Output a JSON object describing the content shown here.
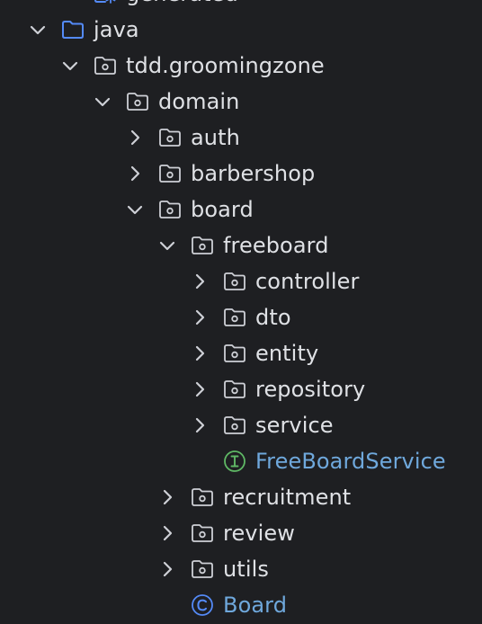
{
  "colors": {
    "background": "#1e1f22",
    "text": "#dfe1e5",
    "icon_gray": "#ced0d6",
    "blue_folder": "#548af7",
    "interface_green": "#5fb865",
    "class_blue": "#548af7",
    "link_text": "#6fa8dc"
  },
  "tree": [
    {
      "label": "generated",
      "depth": 1,
      "chevron": "none",
      "icon": "generated-folder-icon",
      "style": "cut"
    },
    {
      "label": "java",
      "depth": 0,
      "chevron": "down",
      "icon": "source-root-folder-icon",
      "style": "normal"
    },
    {
      "label": "tdd.groomingzone",
      "depth": 1,
      "chevron": "down",
      "icon": "package-folder-icon",
      "style": "normal"
    },
    {
      "label": "domain",
      "depth": 2,
      "chevron": "down",
      "icon": "package-folder-icon",
      "style": "normal"
    },
    {
      "label": "auth",
      "depth": 3,
      "chevron": "right",
      "icon": "package-folder-icon",
      "style": "normal"
    },
    {
      "label": "barbershop",
      "depth": 3,
      "chevron": "right",
      "icon": "package-folder-icon",
      "style": "normal"
    },
    {
      "label": "board",
      "depth": 3,
      "chevron": "down",
      "icon": "package-folder-icon",
      "style": "normal"
    },
    {
      "label": "freeboard",
      "depth": 4,
      "chevron": "down",
      "icon": "package-folder-icon",
      "style": "normal"
    },
    {
      "label": "controller",
      "depth": 5,
      "chevron": "right",
      "icon": "package-folder-icon",
      "style": "normal"
    },
    {
      "label": "dto",
      "depth": 5,
      "chevron": "right",
      "icon": "package-folder-icon",
      "style": "normal"
    },
    {
      "label": "entity",
      "depth": 5,
      "chevron": "right",
      "icon": "package-folder-icon",
      "style": "normal"
    },
    {
      "label": "repository",
      "depth": 5,
      "chevron": "right",
      "icon": "package-folder-icon",
      "style": "normal"
    },
    {
      "label": "service",
      "depth": 5,
      "chevron": "right",
      "icon": "package-folder-icon",
      "style": "normal"
    },
    {
      "label": "FreeBoardService",
      "depth": 5,
      "chevron": "none",
      "icon": "interface-icon",
      "style": "blue"
    },
    {
      "label": "recruitment",
      "depth": 4,
      "chevron": "right",
      "icon": "package-folder-icon",
      "style": "normal"
    },
    {
      "label": "review",
      "depth": 4,
      "chevron": "right",
      "icon": "package-folder-icon",
      "style": "normal"
    },
    {
      "label": "utils",
      "depth": 4,
      "chevron": "right",
      "icon": "package-folder-icon",
      "style": "normal"
    },
    {
      "label": "Board",
      "depth": 4,
      "chevron": "none",
      "icon": "class-icon",
      "style": "blue"
    }
  ]
}
